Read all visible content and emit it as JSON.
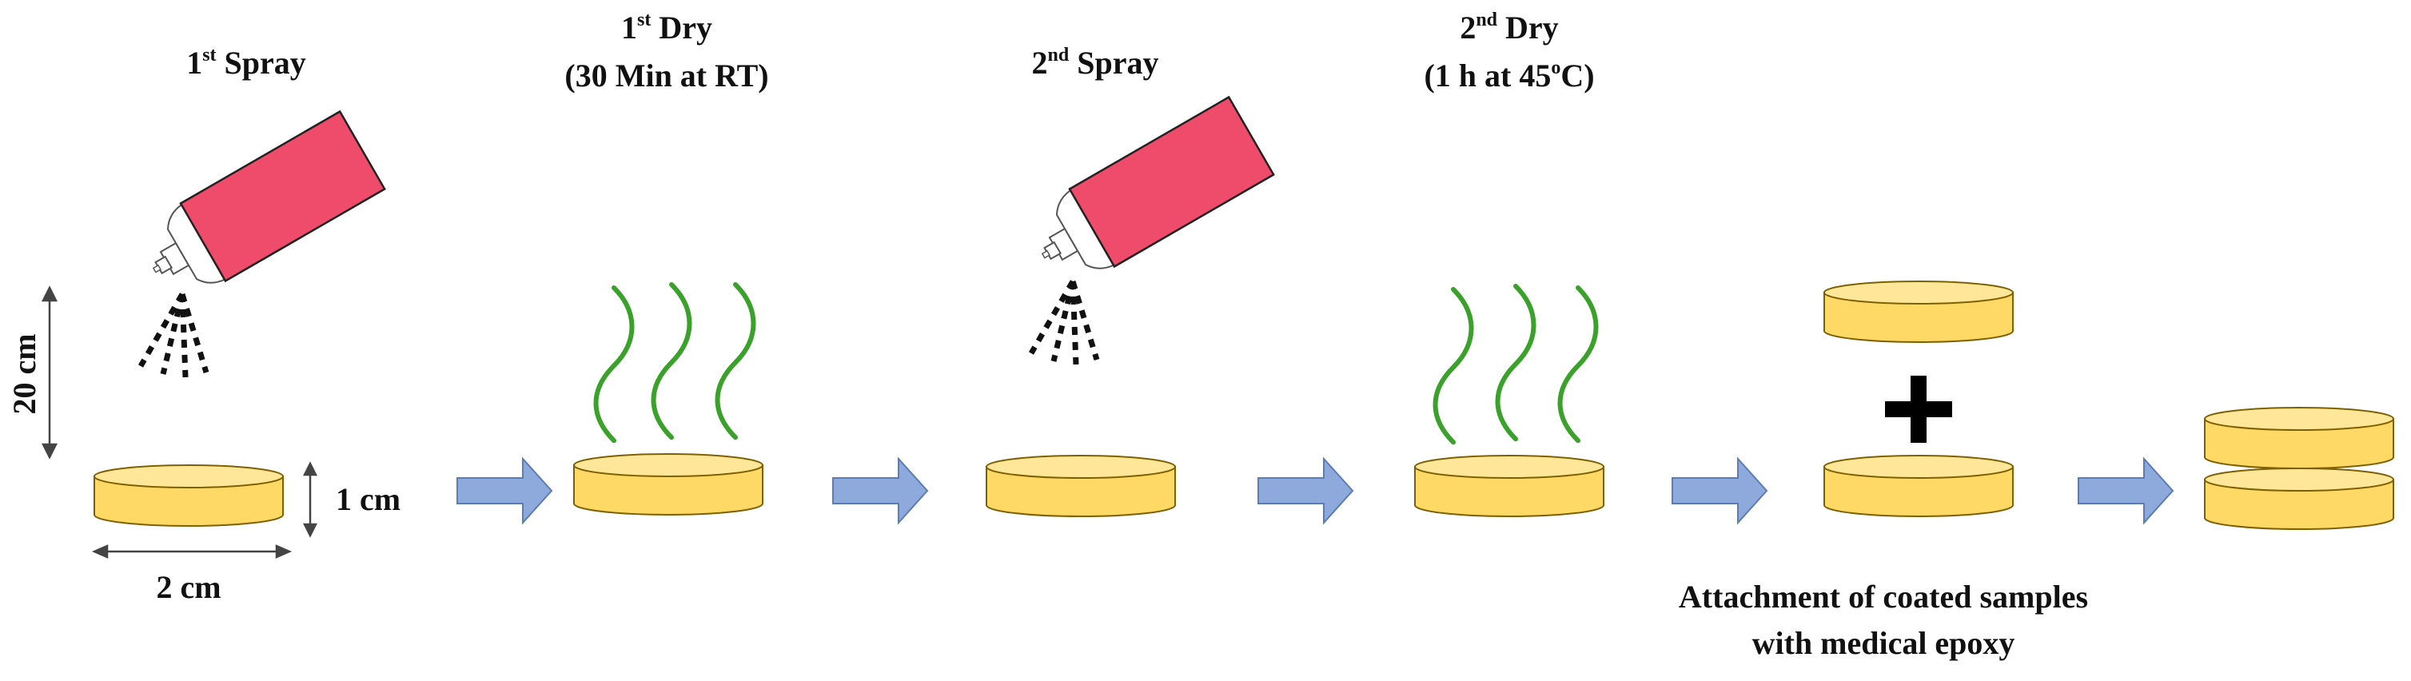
{
  "steps": [
    {
      "title_main": "1",
      "title_sup": "st",
      "title_rest": " Spray"
    },
    {
      "title_main": "1",
      "title_sup": "st",
      "title_rest": " Dry",
      "subtitle": "(30  Min at RT)"
    },
    {
      "title_main": "2",
      "title_sup": "nd",
      "title_rest": "  Spray"
    },
    {
      "title_main": "2",
      "title_sup": "nd",
      "title_rest": "  Dry",
      "subtitle_pre": "(1 h at 45",
      "subtitle_sup": "o",
      "subtitle_post": "C)"
    }
  ],
  "dimensions": {
    "height": "20 cm",
    "thickness": "1 cm",
    "width": "2 cm"
  },
  "attachment": {
    "line1": "Attachment of coated samples",
    "line2": "with medical epoxy"
  },
  "plus_sign": "+",
  "colors": {
    "disc_fill": "#FFD966",
    "disc_top": "#FFE699",
    "disc_stroke": "#7F6000",
    "can_fill": "#EF4B6B",
    "arrow_fill": "#8EA9DB",
    "arrow_stroke": "#5B7DB5",
    "steam": "#3AA12A"
  }
}
